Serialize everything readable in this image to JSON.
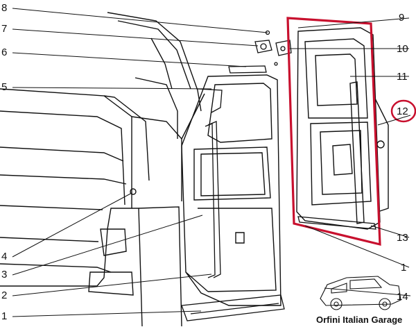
{
  "callouts": {
    "c1_left": "1",
    "c2": "2",
    "c3": "3",
    "c4": "4",
    "c5": "5",
    "c6": "6",
    "c7": "7",
    "c8": "8",
    "c9": "9",
    "c10": "10",
    "c11": "11",
    "c12": "12",
    "c13": "13",
    "c1_right": "1",
    "c14": "14"
  },
  "watermark": "Orfini Italian Garage",
  "colors": {
    "highlight_frame": "#c8102e",
    "line": "#111111"
  }
}
